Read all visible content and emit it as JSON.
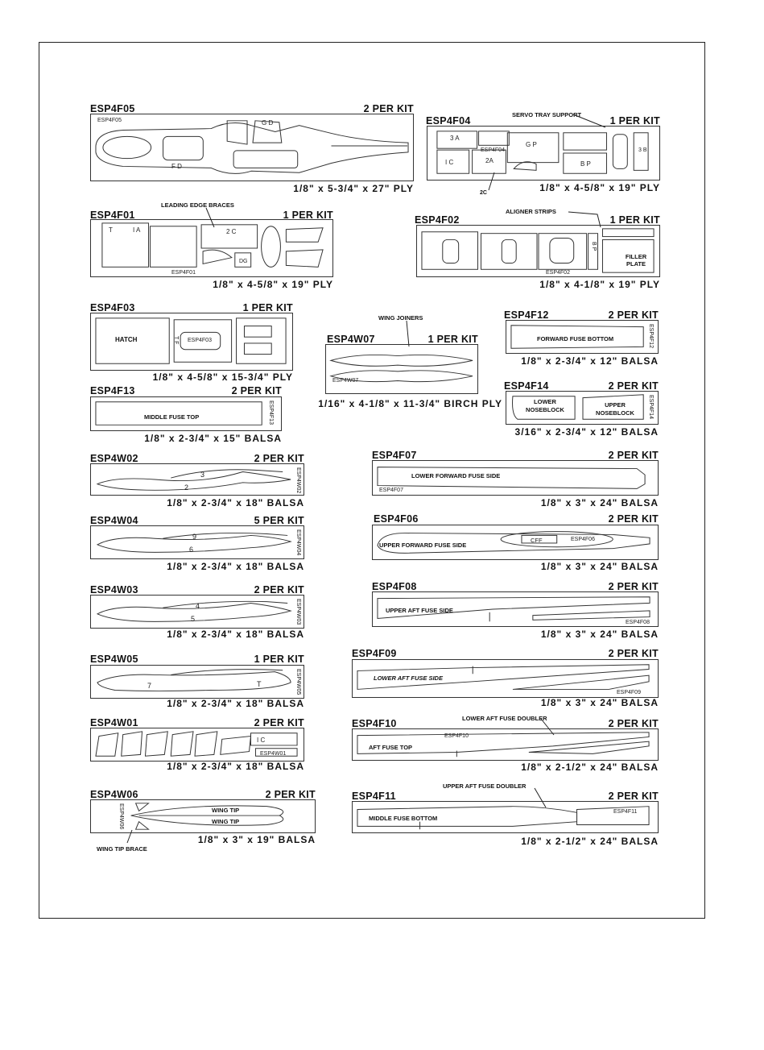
{
  "sheets": {
    "f05": {
      "code": "ESP4F05",
      "qty": "2 PER KIT",
      "dim": "1/8\" x 5-3/4\" x 27\" PLY",
      "tag": "ESP4F05",
      "part": "F D",
      "part2": "G D"
    },
    "f04": {
      "code": "ESP4F04",
      "qty": "1 PER KIT",
      "dim": "1/8\" x 4-5/8\" x 19\" PLY",
      "callout": "SERVO TRAY SUPPORT",
      "callout2": "2C",
      "tag": "ESP4F04",
      "p1": "3 A",
      "p2": "I C",
      "p3": "2A",
      "p4": "G P",
      "p5": "B P",
      "p6": "3 B"
    },
    "f01": {
      "code": "ESP4F01",
      "qty": "1 PER KIT",
      "dim": "1/8\" x 4-5/8\" x 19\" PLY",
      "callout": "LEADING EDGE BRACES",
      "tag": "ESP4F01",
      "p1": "T",
      "p2": "I A",
      "p3": "2 C",
      "p4": "DG"
    },
    "f02": {
      "code": "ESP4F02",
      "qty": "1 PER KIT",
      "dim": "1/8\" x 4-1/8\" x 19\" PLY",
      "callout": "ALIGNER STRIPS",
      "tag": "ESP4F02",
      "filler": "FILLER PLATE",
      "p1": "B P"
    },
    "f03": {
      "code": "ESP4F03",
      "qty": "1 PER KIT",
      "dim": "1/8\" x 4-5/8\" x 15-3/4\" PLY",
      "hatch": "HATCH",
      "tag": "ESP4F03",
      "p1": "T F"
    },
    "w07": {
      "code": "ESP4W07",
      "qty": "1 PER KIT",
      "dim": "1/16\" x 4-1/8\" x 11-3/4\" BIRCH PLY",
      "callout": "WING JOINERS",
      "tag": "ESP4W07"
    },
    "f12": {
      "code": "ESP4F12",
      "qty": "2 PER KIT",
      "dim": "1/8\" x 2-3/4\" x 12\" BALSA",
      "part": "FORWARD FUSE BOTTOM",
      "tag": "ESP4F12"
    },
    "f13": {
      "code": "ESP4F13",
      "qty": "2 PER KIT",
      "dim": "1/8\" x 2-3/4\" x 15\" BALSA",
      "part": "MIDDLE FUSE TOP",
      "tag": "ESP4F13"
    },
    "f14": {
      "code": "ESP4F14",
      "qty": "2 PER KIT",
      "dim": "3/16\" x 2-3/4\" x 12\" BALSA",
      "part1": "LOWER NOSEBLOCK",
      "part2": "UPPER NOSEBLOCK",
      "tag": "ESP4F14"
    },
    "w02": {
      "code": "ESP4W02",
      "qty": "2 PER KIT",
      "dim": "1/8\" x 2-3/4\" x 18\" BALSA",
      "tag": "ESP4W02",
      "n1": "3",
      "n2": "2"
    },
    "f07": {
      "code": "ESP4F07",
      "qty": "2 PER KIT",
      "dim": "1/8\" x 3\" x 24\" BALSA",
      "part": "LOWER FORWARD FUSE SIDE",
      "tag": "ESP4F07"
    },
    "w04": {
      "code": "ESP4W04",
      "qty": "5 PER KIT",
      "dim": "1/8\" x 2-3/4\" x 18\" BALSA",
      "tag": "ESP4W04",
      "n1": "9",
      "n2": "6"
    },
    "f06": {
      "code": "ESP4F06",
      "qty": "2 PER KIT",
      "dim": "1/8\" x 3\" x 24\" BALSA",
      "part": "UPPER FORWARD FUSE SIDE",
      "tag": "ESP4F06",
      "p1": "CFF"
    },
    "w03": {
      "code": "ESP4W03",
      "qty": "2 PER KIT",
      "dim": "1/8\" x 2-3/4\" x 18\" BALSA",
      "tag": "ESP4W03",
      "n1": "4",
      "n2": "5"
    },
    "f08": {
      "code": "ESP4F08",
      "qty": "2 PER KIT",
      "dim": "1/8\" x 3\" x 24\" BALSA",
      "part": "UPPER AFT FUSE SIDE",
      "tag": "ESP4F08"
    },
    "w05": {
      "code": "ESP4W05",
      "qty": "1 PER KIT",
      "dim": "1/8\" x 2-3/4\" x 18\" BALSA",
      "tag": "ESP4W05",
      "n1": "7",
      "n2": "T"
    },
    "f09": {
      "code": "ESP4F09",
      "qty": "2 PER KIT",
      "dim": "1/8\" x 3\" x 24\" BALSA",
      "part": "LOWER AFT FUSE SIDE",
      "tag": "ESP4F09"
    },
    "w01": {
      "code": "ESP4W01",
      "qty": "2 PER KIT",
      "dim": "1/8\" x 2-3/4\" x 18\" BALSA",
      "tag": "ESP4W01",
      "p1": "I C"
    },
    "f10": {
      "code": "ESP4F10",
      "qty": "2 PER KIT",
      "dim": "1/8\" x 2-1/2\" x 24\" BALSA",
      "part": "AFT FUSE TOP",
      "tag": "ESP4F10",
      "callout": "LOWER AFT FUSE DOUBLER"
    },
    "w06": {
      "code": "ESP4W06",
      "qty": "2 PER KIT",
      "dim": "1/8\" x 3\" x 19\" BALSA",
      "part": "WING TIP",
      "tag": "ESP4W06",
      "callout": "WING TIP BRACE"
    },
    "f11": {
      "code": "ESP4F11",
      "qty": "2 PER KIT",
      "dim": "1/8\" x 2-1/2\" x 24\" BALSA",
      "part": "MIDDLE FUSE BOTTOM",
      "tag": "ESP4F11",
      "callout": "UPPER AFT FUSE DOUBLER"
    }
  }
}
